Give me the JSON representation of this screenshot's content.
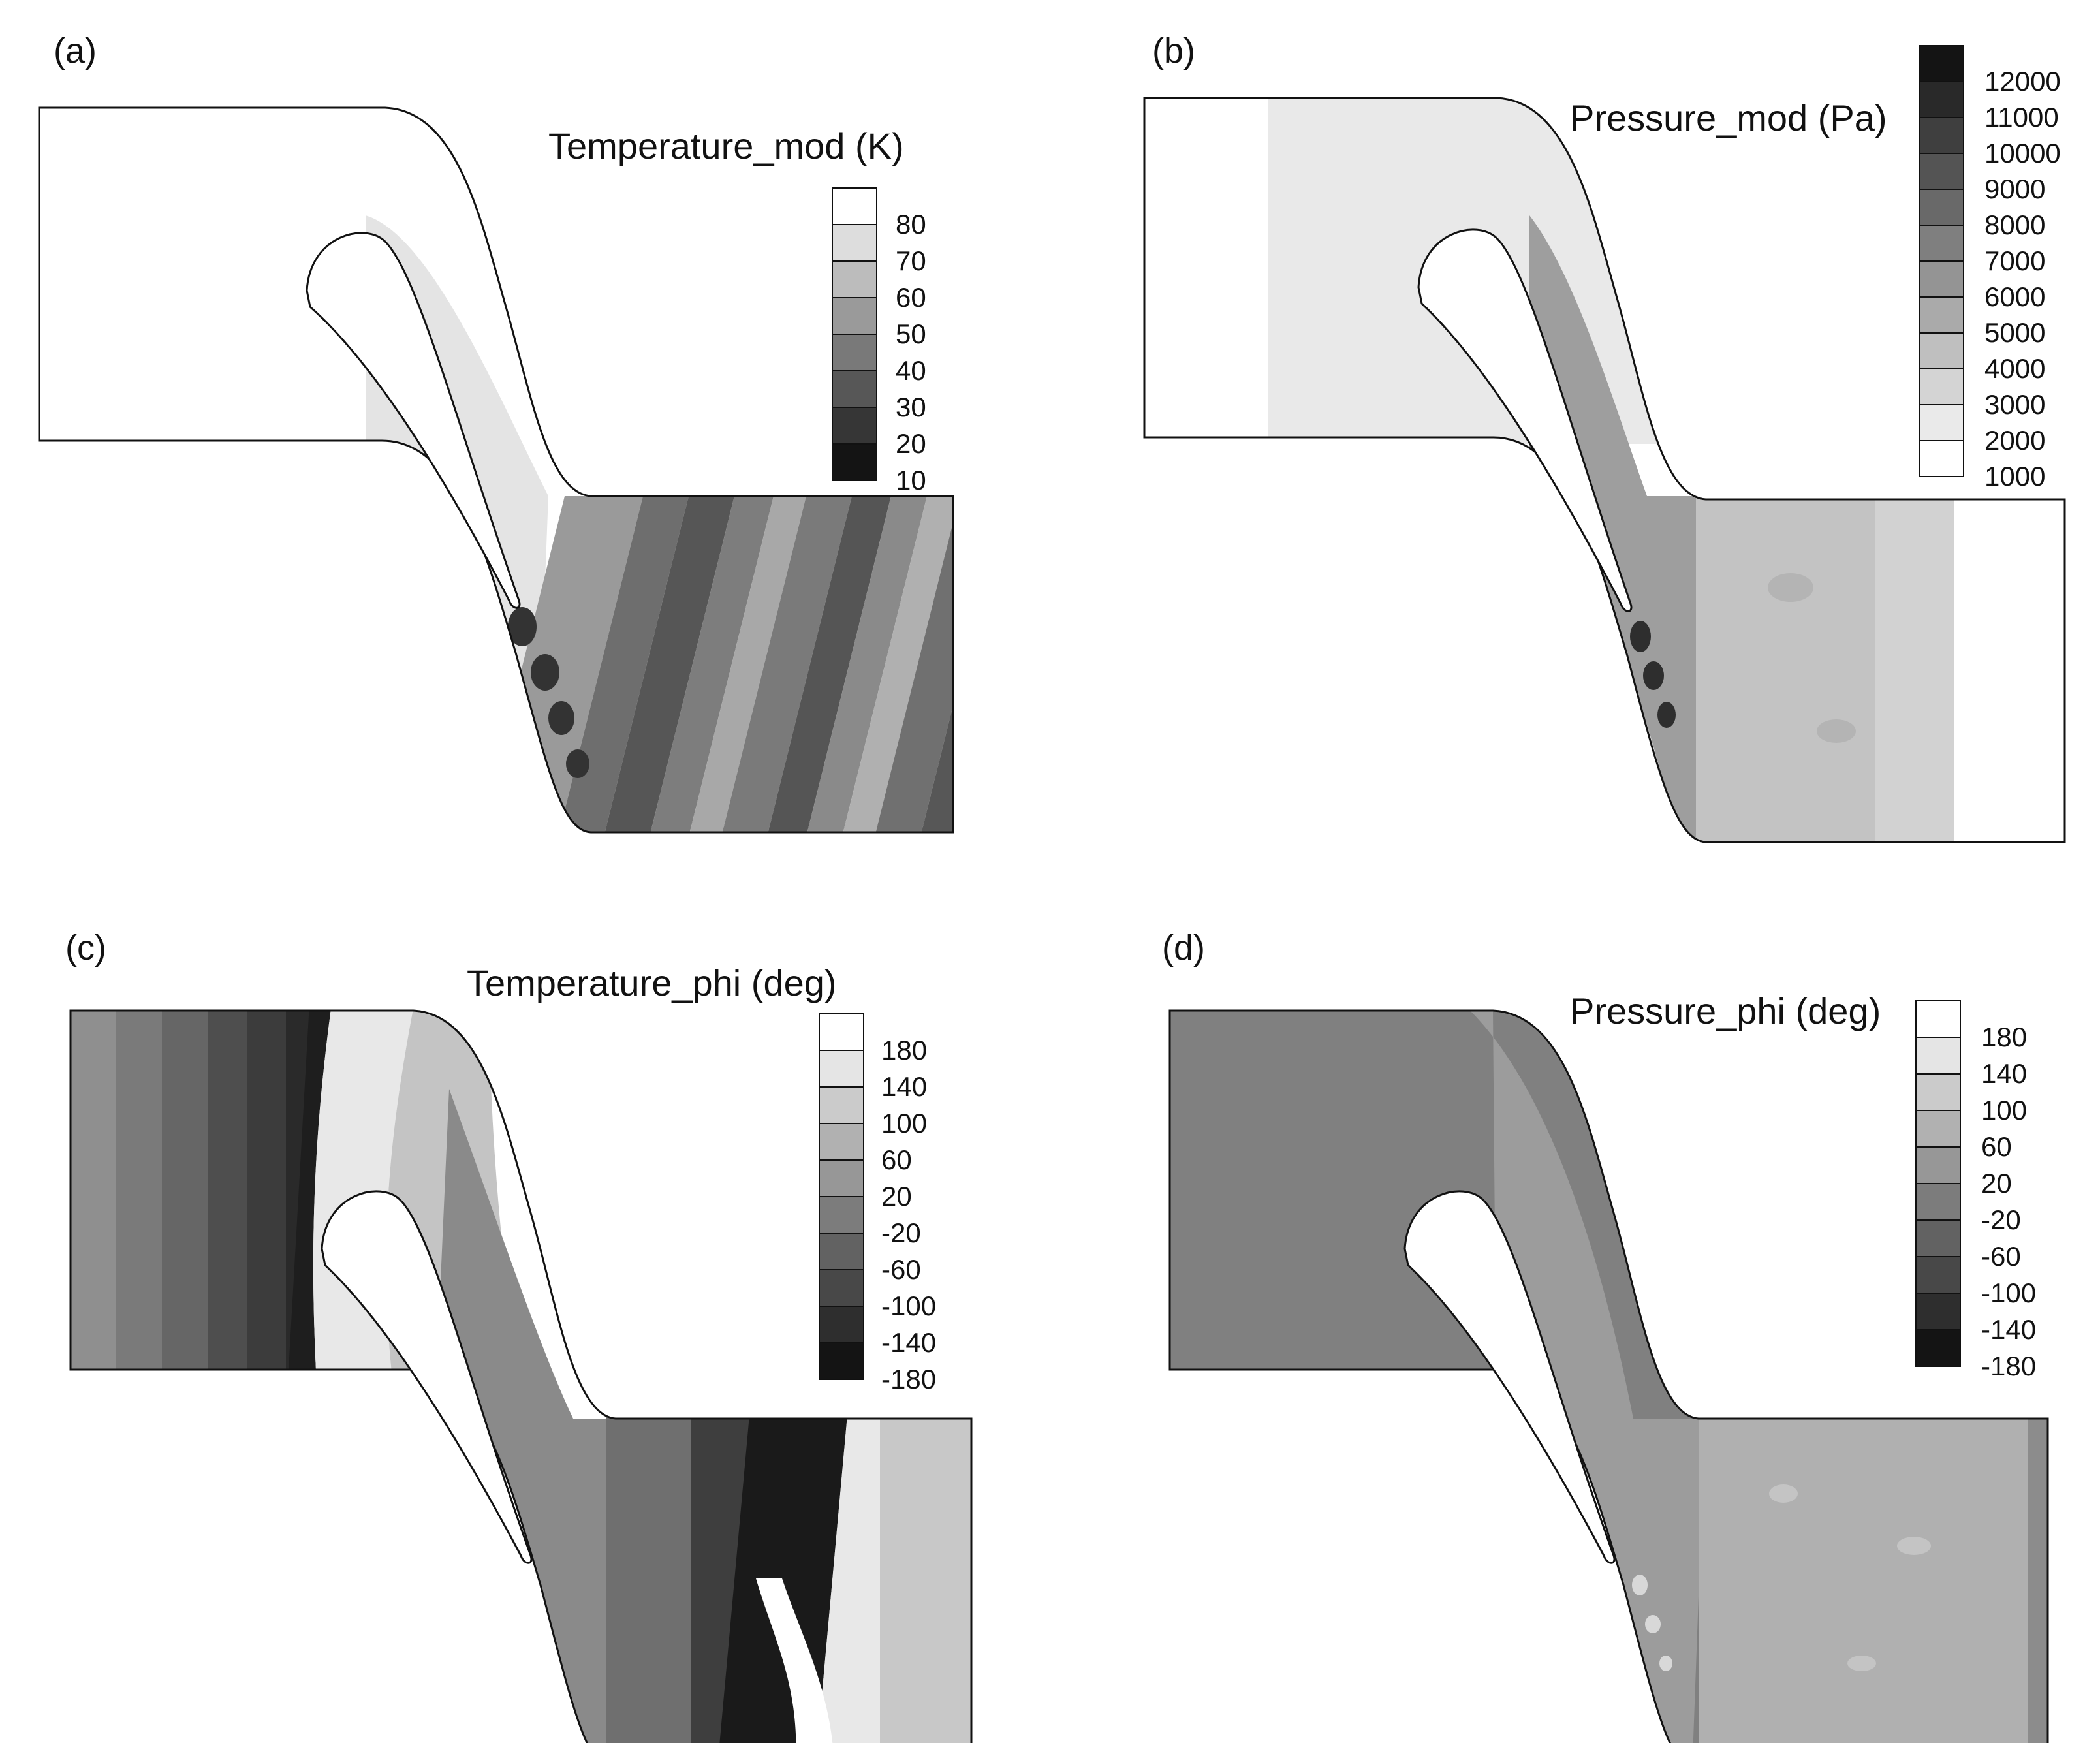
{
  "panels": [
    {
      "label": "(a)",
      "colorbar": {
        "title": "Temperature_mod (K)",
        "ticks": [
          "80",
          "70",
          "60",
          "50",
          "40",
          "30",
          "20",
          "10"
        ],
        "levels": 8,
        "dark_at": "bottom"
      }
    },
    {
      "label": "(b)",
      "colorbar": {
        "title": "Pressure_mod (Pa)",
        "ticks": [
          "12000",
          "11000",
          "10000",
          "9000",
          "8000",
          "7000",
          "6000",
          "5000",
          "4000",
          "3000",
          "2000",
          "1000"
        ],
        "levels": 12,
        "dark_at": "top"
      }
    },
    {
      "label": "(c)",
      "colorbar": {
        "title": "Temperature_phi (deg)",
        "ticks": [
          "180",
          "140",
          "100",
          "60",
          "20",
          "-20",
          "-60",
          "-100",
          "-140",
          "-180"
        ],
        "levels": 10,
        "dark_at": "bottom"
      }
    },
    {
      "label": "(d)",
      "colorbar": {
        "title": "Pressure_phi (deg)",
        "ticks": [
          "180",
          "140",
          "100",
          "60",
          "20",
          "-20",
          "-60",
          "-100",
          "-140",
          "-180"
        ],
        "levels": 10,
        "dark_at": "bottom"
      }
    }
  ]
}
